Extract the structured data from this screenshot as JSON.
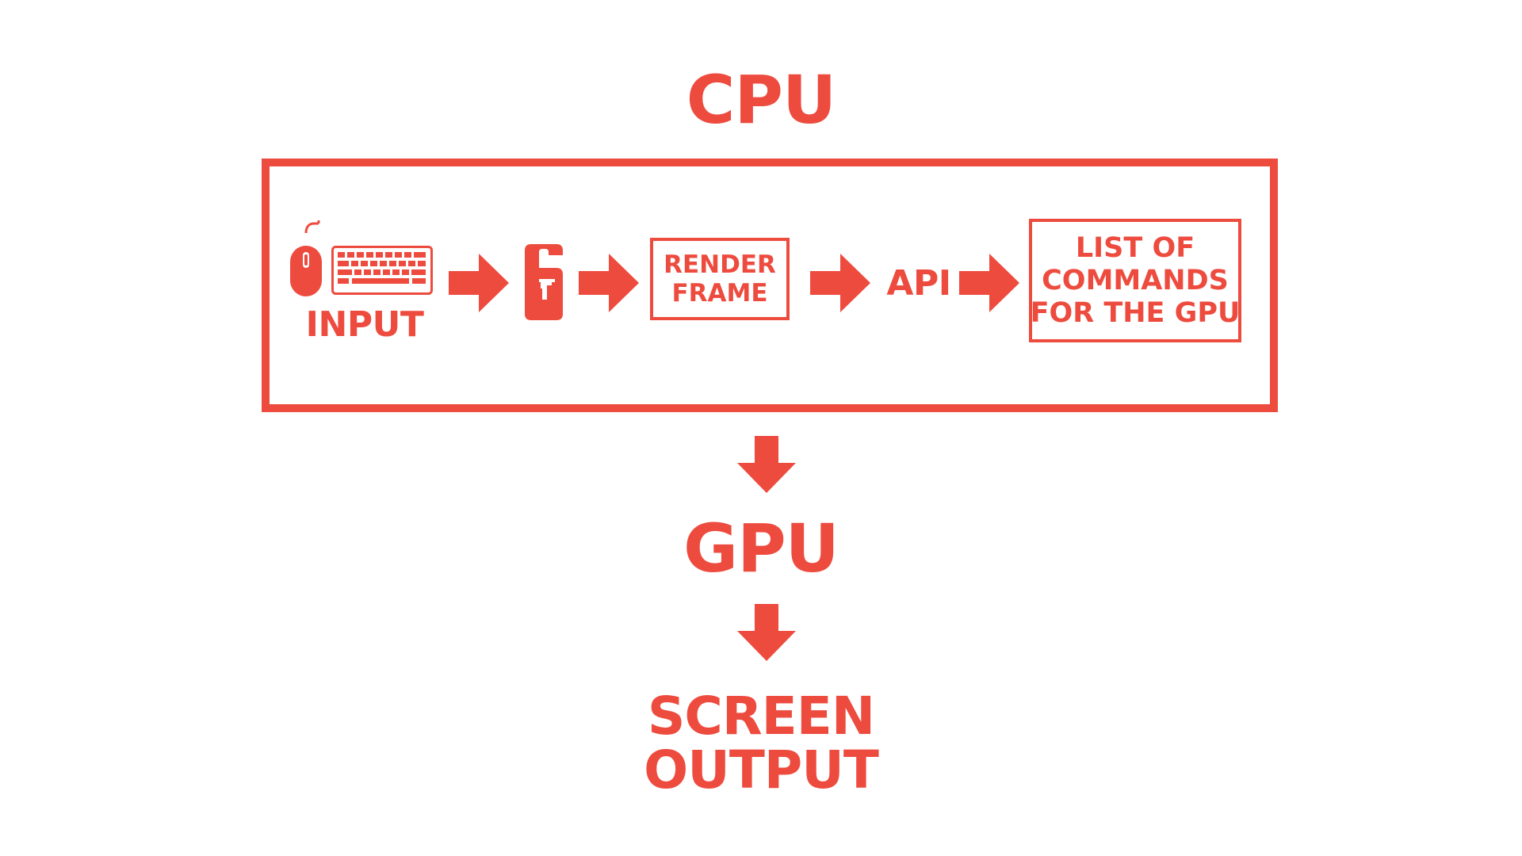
{
  "diagram": {
    "cpu_title": "CPU",
    "gpu_title": "GPU",
    "screen_output_lines": [
      "SCREEN",
      "OUTPUT"
    ],
    "steps": {
      "input_label": "INPUT",
      "render_frame_lines": [
        "RENDER",
        "FRAME"
      ],
      "api_label": "API",
      "commands_lines": [
        "LIST OF",
        "COMMANDS",
        "FOR THE GPU"
      ]
    },
    "icons": {
      "input": [
        "mouse-icon",
        "keyboard-icon"
      ],
      "game": "siege-six-logo-icon",
      "arrow_right": "arrow-right-icon",
      "arrow_down": "arrow-down-icon"
    },
    "colors": {
      "accent": "#ee4b3f",
      "background": "#ffffff"
    }
  }
}
